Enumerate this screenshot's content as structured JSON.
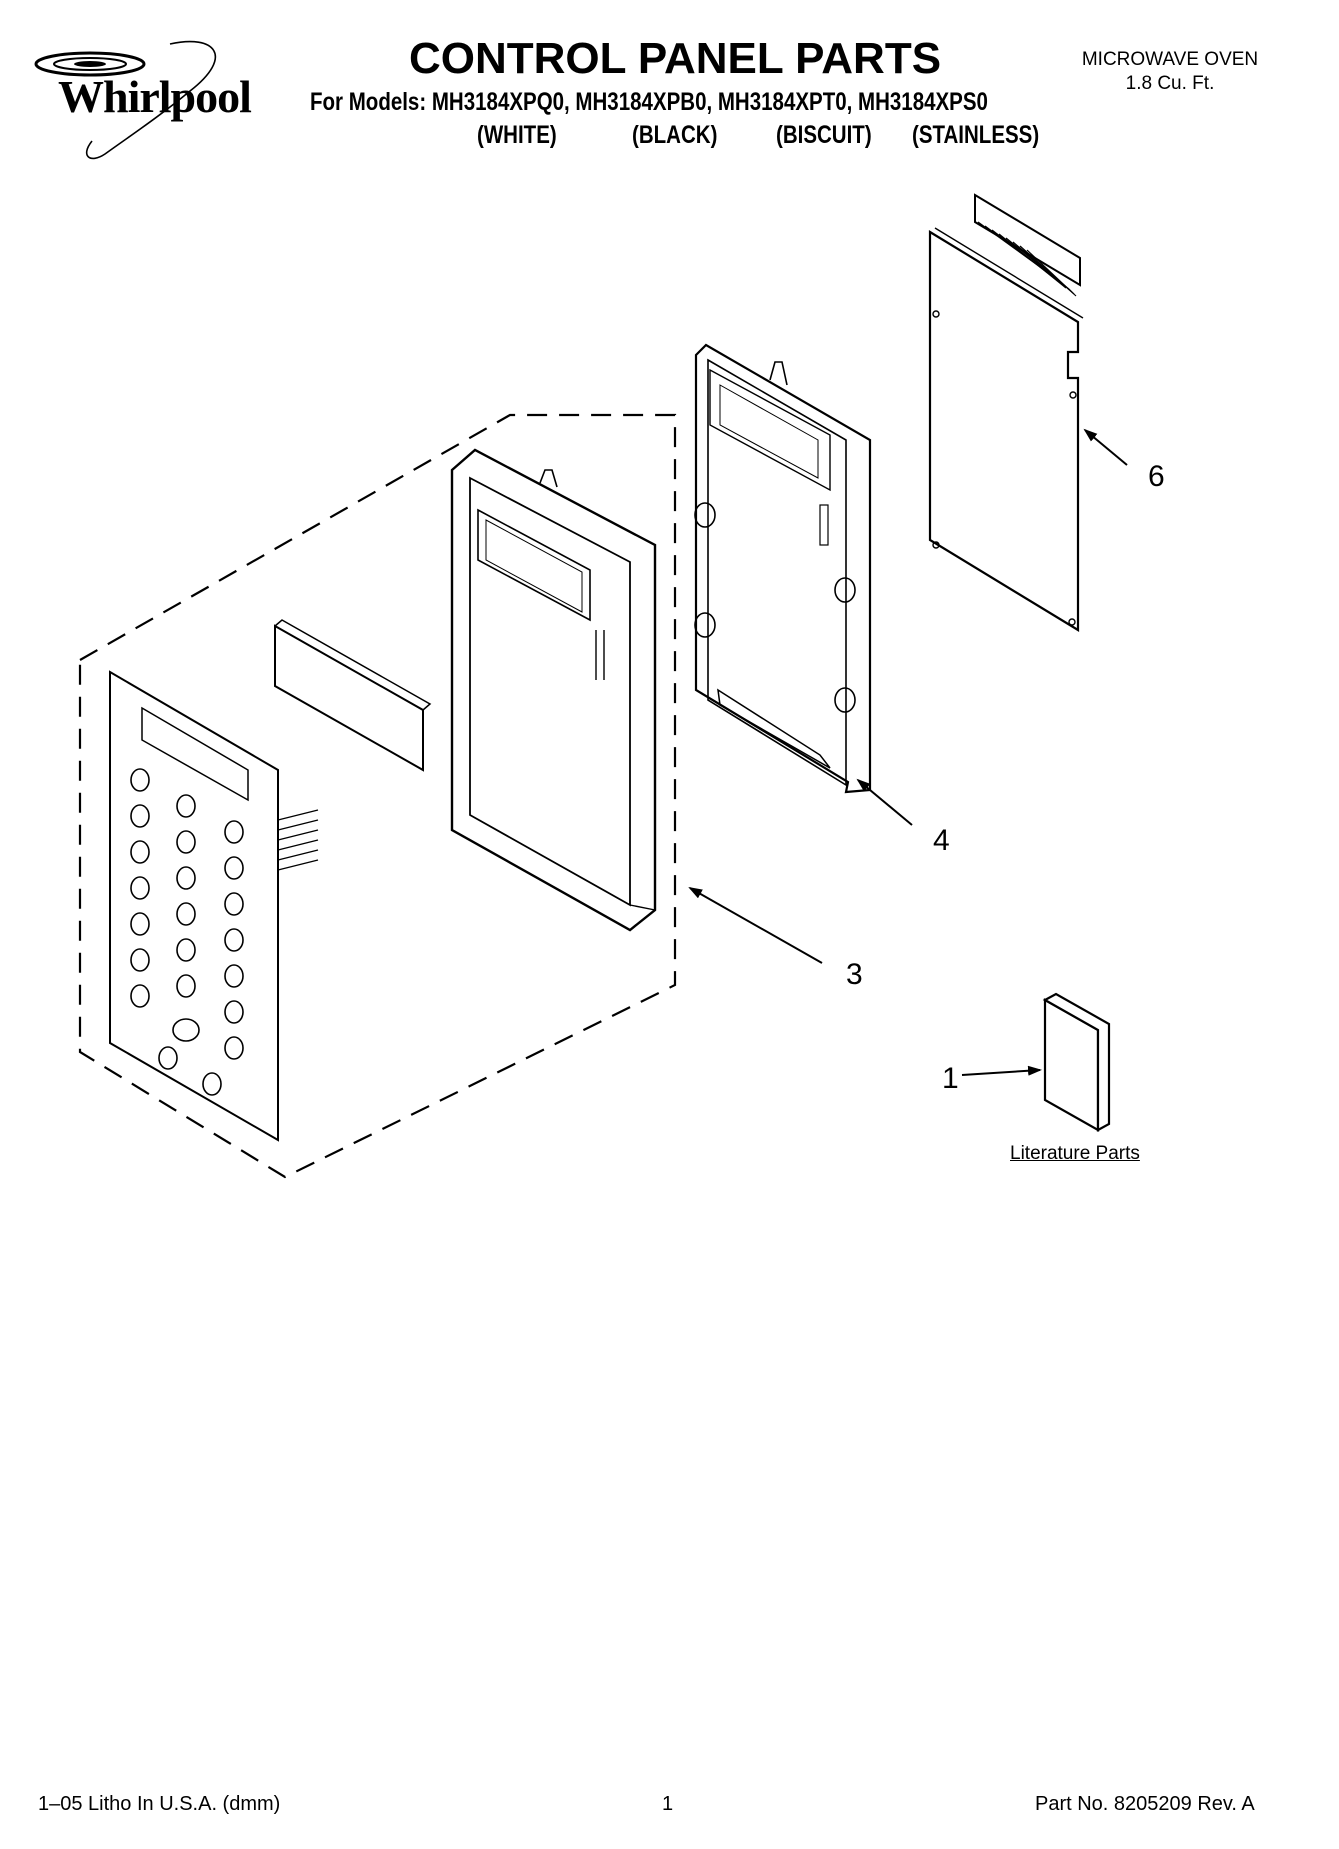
{
  "header": {
    "brand": "Whirlpool",
    "title": "CONTROL PANEL PARTS",
    "models_line": "For Models: MH3184XPQ0, MH3184XPB0, MH3184XPT0, MH3184XPS0",
    "colors": [
      "(WHITE)",
      "(BLACK)",
      "(BISCUIT)",
      "(STAINLESS)"
    ],
    "product_type": "MICROWAVE OVEN",
    "product_size": "1.8 Cu. Ft."
  },
  "callouts": [
    "1",
    "3",
    "4",
    "6"
  ],
  "literature_label": "Literature Parts",
  "footer": {
    "litho": "1–05 Litho In U.S.A. (dmm)",
    "page_number": "1",
    "part_number": "Part No. 8205209 Rev. A"
  }
}
